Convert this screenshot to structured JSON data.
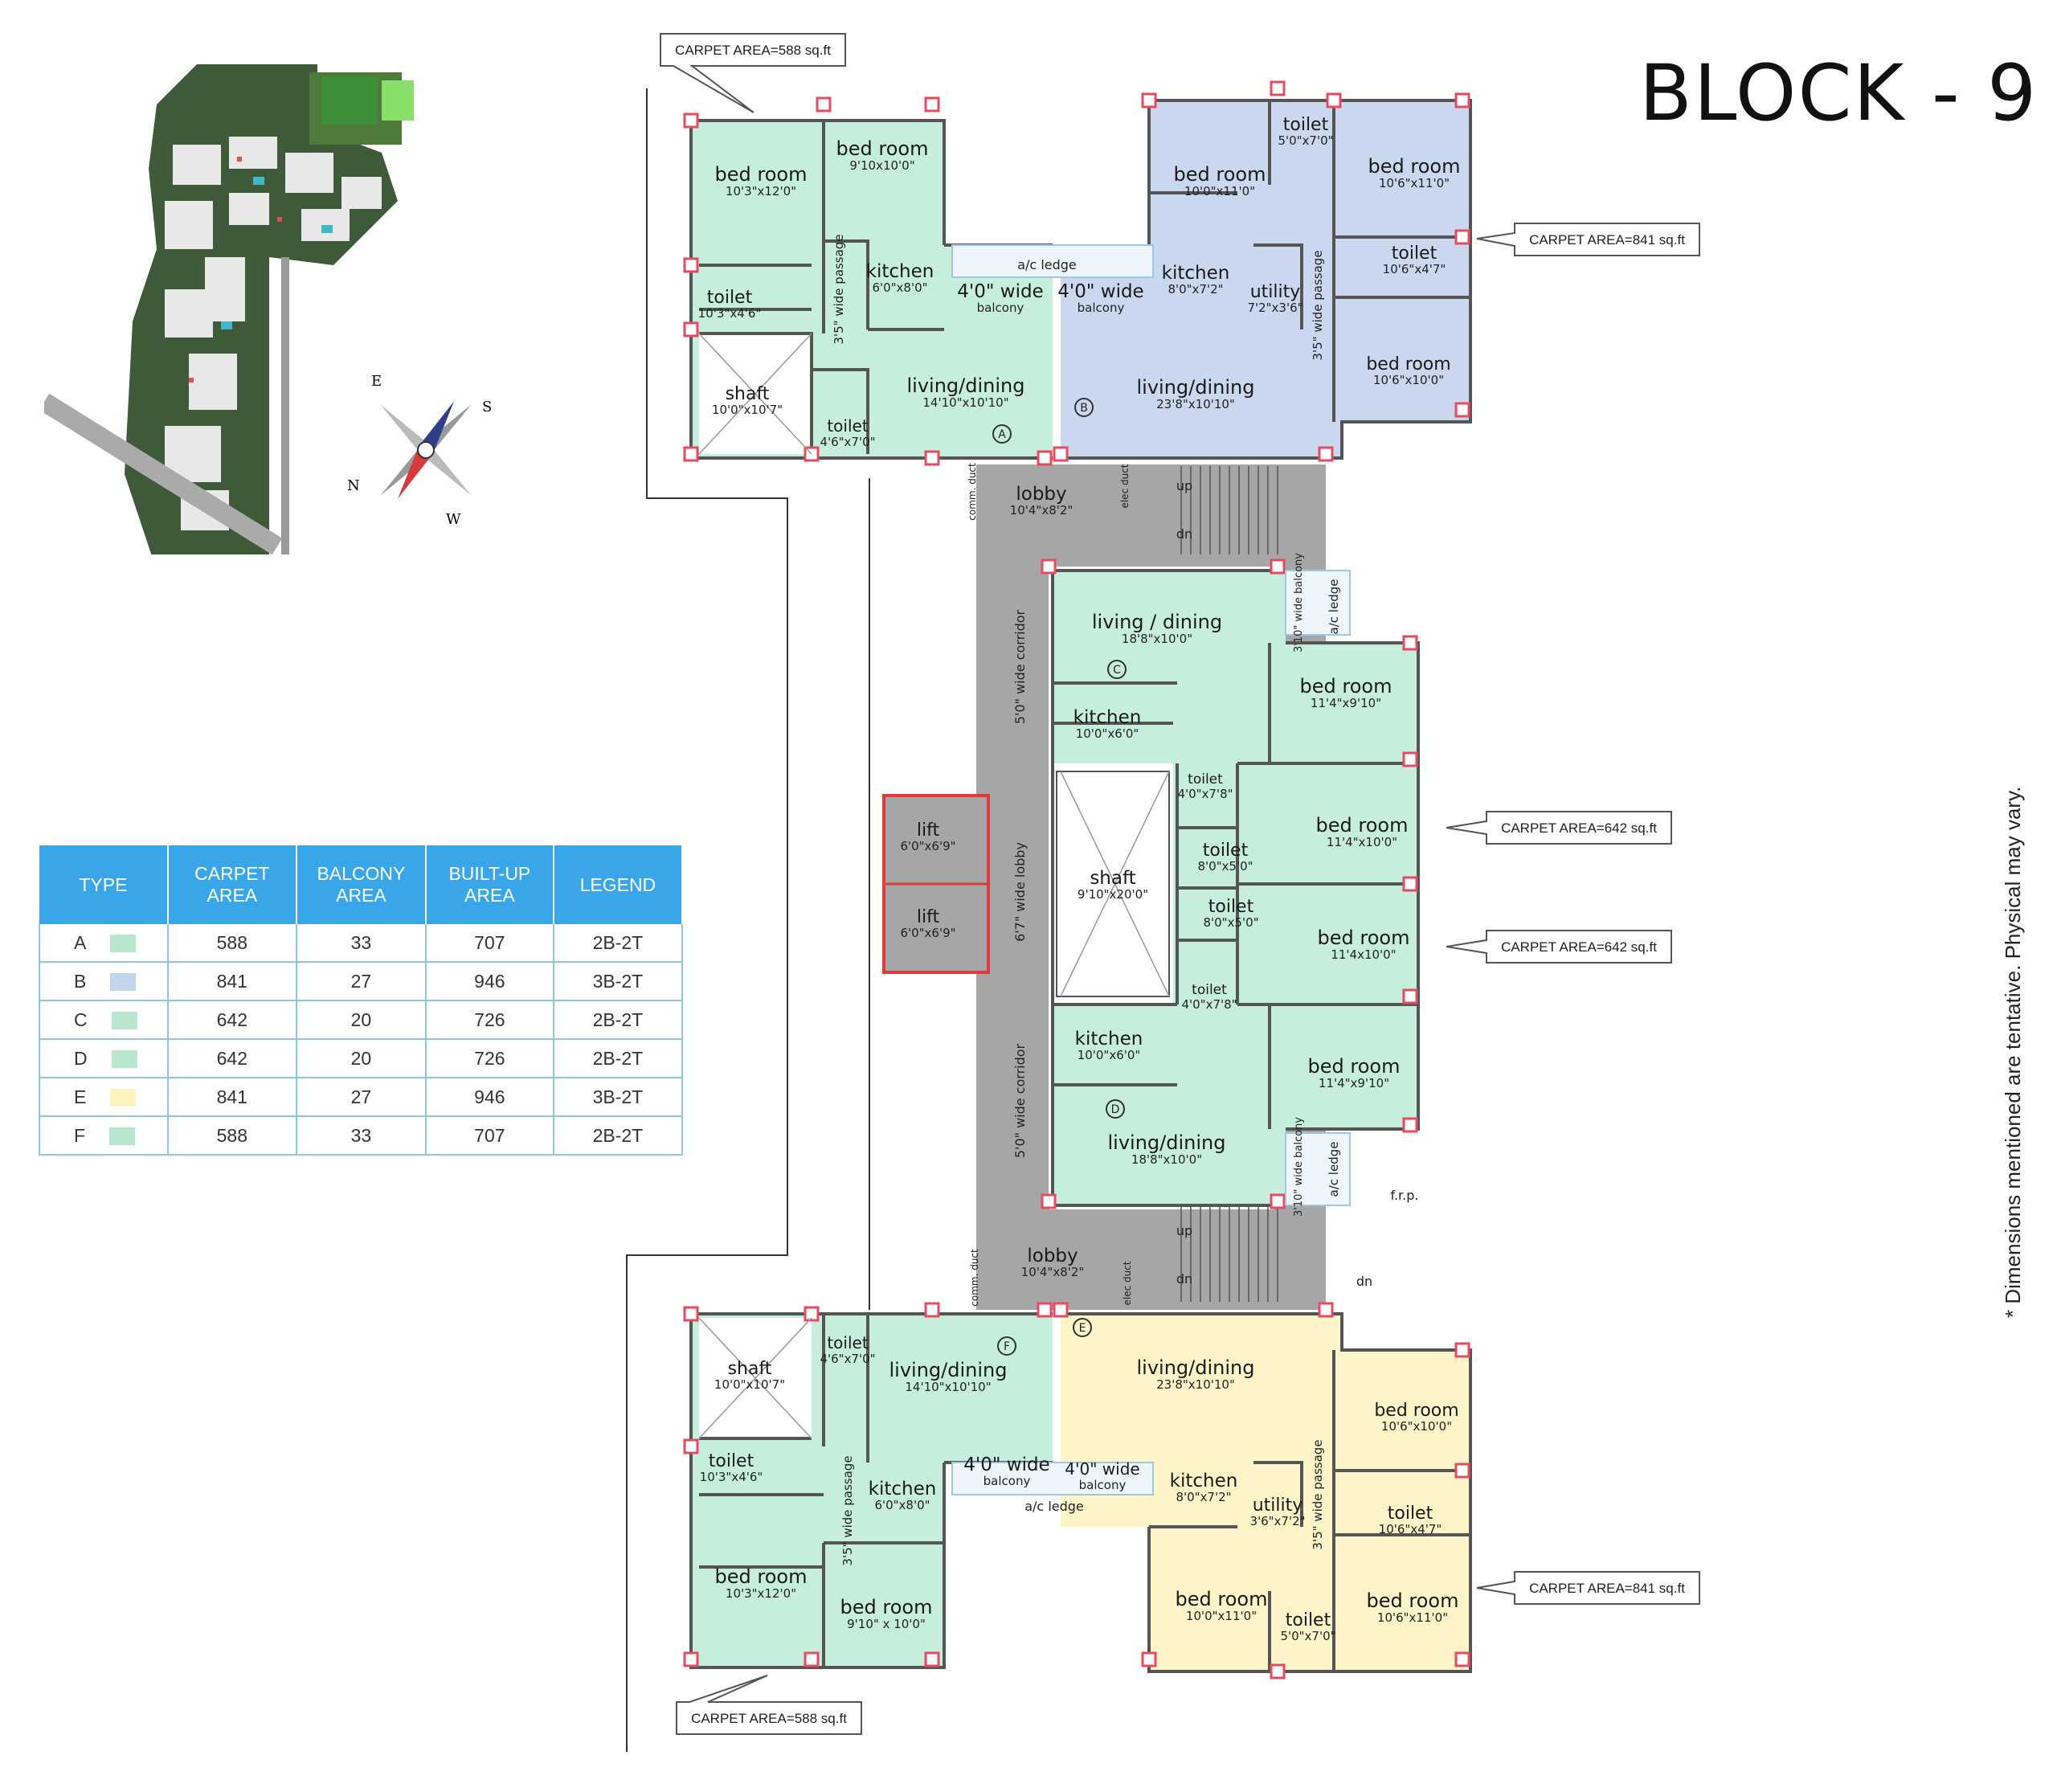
{
  "title": "BLOCK - 9",
  "disclaimer": "* Dimensions mentioned are tentative. Physical may vary.",
  "compass": {
    "e": "E",
    "s": "S",
    "n": "N",
    "w": "W"
  },
  "table": {
    "headers": [
      "TYPE",
      "CARPET AREA",
      "BALCONY AREA",
      "BUILT-UP AREA",
      "LEGEND"
    ],
    "rows": [
      {
        "type": "A",
        "carpet": "588",
        "balcony": "33",
        "builtup": "707",
        "legend": "2B-2T",
        "color": "#b8e6cf"
      },
      {
        "type": "B",
        "carpet": "841",
        "balcony": "27",
        "builtup": "946",
        "legend": "3B-2T",
        "color": "#c3d4ec"
      },
      {
        "type": "C",
        "carpet": "642",
        "balcony": "20",
        "builtup": "726",
        "legend": "2B-2T",
        "color": "#b8e6cf"
      },
      {
        "type": "D",
        "carpet": "642",
        "balcony": "20",
        "builtup": "726",
        "legend": "2B-2T",
        "color": "#b8e6cf"
      },
      {
        "type": "E",
        "carpet": "841",
        "balcony": "27",
        "builtup": "946",
        "legend": "3B-2T",
        "color": "#fdf3bf"
      },
      {
        "type": "F",
        "carpet": "588",
        "balcony": "33",
        "builtup": "707",
        "legend": "2B-2T",
        "color": "#b8e6cf"
      }
    ]
  },
  "colors": {
    "green": "#c6eedd",
    "blue": "#c9d8ee",
    "yellow": "#fdf5c8",
    "corridor": "#a6a6a6",
    "wall": "#555555",
    "column": "#e84a5f",
    "lift": "#e03a3a"
  },
  "callouts": {
    "a": "CARPET AREA=588 sq.ft",
    "b": "CARPET AREA=841 sq.ft",
    "c": "CARPET AREA=642 sq.ft",
    "d": "CARPET AREA=642 sq.ft",
    "e": "CARPET AREA=841 sq.ft",
    "f": "CARPET AREA=588 sq.ft"
  },
  "units": {
    "A": "A",
    "B": "B",
    "C": "C",
    "D": "D",
    "E": "E",
    "F": "F"
  },
  "rooms": {
    "a_bed1": {
      "name": "bed room",
      "dim": "10'3\"x12'0\""
    },
    "a_bed2": {
      "name": "bed room",
      "dim": "9'10x10'0\""
    },
    "a_kitchen": {
      "name": "kitchen",
      "dim": "6'0\"x8'0\""
    },
    "a_toilet1": {
      "name": "toilet",
      "dim": "10'3\"x4'6\""
    },
    "a_shaft": {
      "name": "shaft",
      "dim": "10'0\"x10'7\""
    },
    "a_toilet2": {
      "name": "toilet",
      "dim": "4'6\"x7'0\""
    },
    "a_living": {
      "name": "living/dining",
      "dim": "14'10\"x10'10\""
    },
    "a_balcony": {
      "name": "4'0\" wide",
      "dim": "balcony"
    },
    "a_passage": "3'5\" wide passage",
    "ac_ledge_top": "a/c ledge",
    "b_bed1": {
      "name": "bed room",
      "dim": "10'0\"x11'0\""
    },
    "b_toilet1": {
      "name": "toilet",
      "dim": "5'0\"x7'0\""
    },
    "b_bed2": {
      "name": "bed room",
      "dim": "10'6\"x11'0\""
    },
    "b_kitchen": {
      "name": "kitchen",
      "dim": "8'0\"x7'2\""
    },
    "b_utility": {
      "name": "utility",
      "dim": "7'2\"x3'6\""
    },
    "b_toilet2": {
      "name": "toilet",
      "dim": "10'6\"x4'7\""
    },
    "b_bed3": {
      "name": "bed room",
      "dim": "10'6\"x10'0\""
    },
    "b_living": {
      "name": "living/dining",
      "dim": "23'8\"x10'10\""
    },
    "b_balcony": {
      "name": "4'0\" wide",
      "dim": "balcony"
    },
    "b_passage": "3'5\" wide passage",
    "lobby1": {
      "name": "lobby",
      "dim": "10'4\"x8'2\""
    },
    "comm_duct": "comm. duct",
    "elec_duct": "elec duct",
    "up": "up",
    "dn": "dn",
    "corridor1": "5'0\" wide corridor",
    "lift_lobby": "6'7\" wide lobby",
    "corridor2": "5'0\" wide corridor",
    "lift1": {
      "name": "lift",
      "dim": "6'0\"x6'9\""
    },
    "lift2": {
      "name": "lift",
      "dim": "6'0\"x6'9\""
    },
    "c_living": {
      "name": "living / dining",
      "dim": "18'8\"x10'0\""
    },
    "c_balcony": "3'10\" wide balcony",
    "ac_ledge_c": "a/c ledge",
    "c_bed1": {
      "name": "bed room",
      "dim": "11'4\"x9'10\""
    },
    "c_kitchen": {
      "name": "kitchen",
      "dim": "10'0\"x6'0\""
    },
    "c_toilet1": {
      "name": "toilet",
      "dim": "4'0\"x7'8\""
    },
    "c_bed2": {
      "name": "bed room",
      "dim": "11'4\"x10'0\""
    },
    "shaft_mid": {
      "name": "shaft",
      "dim": "9'10\"x20'0\""
    },
    "c_toilet2": {
      "name": "toilet",
      "dim": "8'0\"x5'0\""
    },
    "d_toilet2": {
      "name": "toilet",
      "dim": "8'0\"x5'0\""
    },
    "d_bed2": {
      "name": "bed room",
      "dim": "11'4x10'0\""
    },
    "d_toilet1": {
      "name": "toilet",
      "dim": "4'0\"x7'8\""
    },
    "d_kitchen": {
      "name": "kitchen",
      "dim": "10'0\"x6'0\""
    },
    "d_bed1": {
      "name": "bed room",
      "dim": "11'4\"x9'10\""
    },
    "d_living": {
      "name": "living/dining",
      "dim": "18'8\"x10'0\""
    },
    "d_balcony": "3'10\" wide balcony",
    "ac_ledge_d": "a/c ledge",
    "frp": "f.r.p.",
    "lobby2": {
      "name": "lobby",
      "dim": "10'4\"x8'2\""
    },
    "f_shaft": {
      "name": "shaft",
      "dim": "10'0\"x10'7\""
    },
    "f_toilet2": {
      "name": "toilet",
      "dim": "4'6\"x7'0\""
    },
    "f_living": {
      "name": "living/dining",
      "dim": "14'10\"x10'10\""
    },
    "f_toilet1": {
      "name": "toilet",
      "dim": "10'3\"x4'6\""
    },
    "f_kitchen": {
      "name": "kitchen",
      "dim": "6'0\"x8'0\""
    },
    "f_balcony": {
      "name": "4'0\" wide",
      "dim": "balcony"
    },
    "f_bed1": {
      "name": "bed room",
      "dim": "10'3\"x12'0\""
    },
    "f_bed2": {
      "name": "bed room",
      "dim": "9'10\" x 10'0\""
    },
    "f_passage": "3'5\" wide passage",
    "ac_ledge_bottom": "a/c ledge",
    "e_living": {
      "name": "living/dining",
      "dim": "23'8\"x10'10\""
    },
    "e_balcony": {
      "name": "4'0\" wide",
      "dim": "balcony"
    },
    "e_kitchen": {
      "name": "kitchen",
      "dim": "8'0\"x7'2\""
    },
    "e_utility": {
      "name": "utility",
      "dim": "3'6\"x7'2\""
    },
    "e_passage": "3'5\" wide passage",
    "e_bed3": {
      "name": "bed room",
      "dim": "10'6\"x10'0\""
    },
    "e_toilet2": {
      "name": "toilet",
      "dim": "10'6\"x4'7\""
    },
    "e_bed1": {
      "name": "bed room",
      "dim": "10'0\"x11'0\""
    },
    "e_toilet1": {
      "name": "toilet",
      "dim": "5'0\"x7'0\""
    },
    "e_bed2": {
      "name": "bed room",
      "dim": "10'6\"x11'0\""
    }
  }
}
